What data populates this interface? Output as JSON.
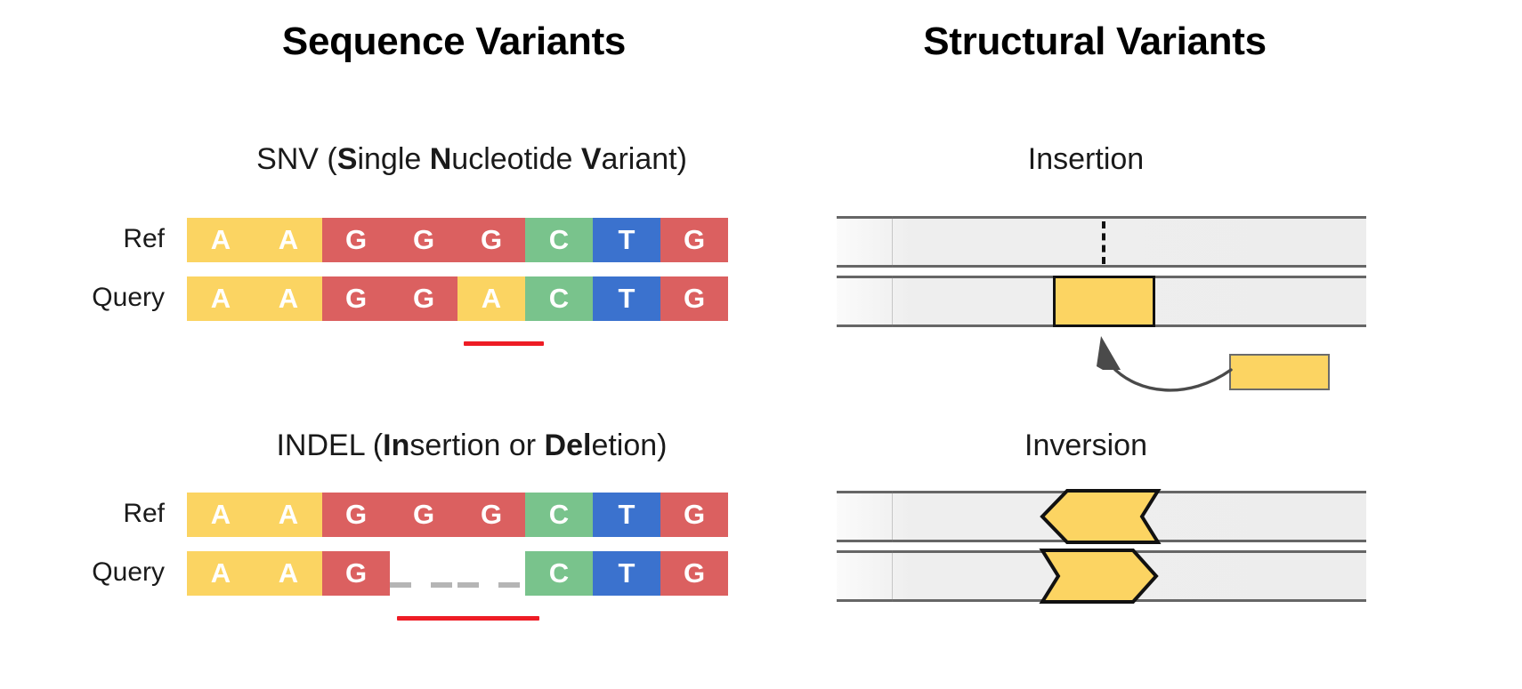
{
  "panels": {
    "left_title": "Sequence Variants",
    "right_title": "Structural Variants"
  },
  "subtitles": {
    "snv": {
      "plain_1": "SNV (",
      "bold_1": "S",
      "plain_2": "ingle ",
      "bold_2": "N",
      "plain_3": "ucleotide ",
      "bold_3": "V",
      "plain_4": "ariant)"
    },
    "indel": {
      "plain_1": "INDEL (",
      "bold_1": "In",
      "plain_2": "sertion or ",
      "bold_2": "Del",
      "plain_3": "etion)"
    },
    "insertion": "Insertion",
    "inversion": "Inversion"
  },
  "labels": {
    "ref": "Ref",
    "query": "Query"
  },
  "colors": {
    "A": "#FBD462",
    "G": "#DB6060",
    "C": "#79C38C",
    "T": "#3B72CE",
    "gap_dash": "#b5b5b5",
    "highlight_underline": "#EE1C25",
    "sv_fill": "#FCD462",
    "sv_outline": "#111111",
    "bar_edge": "#666666",
    "text": "#000000"
  },
  "chart_data": {
    "type": "diagram",
    "title": "Sequence Variants vs Structural Variants",
    "sequences": {
      "snv": {
        "ref": [
          "A",
          "A",
          "G",
          "G",
          "G",
          "C",
          "T",
          "G"
        ],
        "query": [
          "A",
          "A",
          "G",
          "G",
          "A",
          "C",
          "T",
          "G"
        ],
        "variant_index": 4,
        "variant_from": "G",
        "variant_to": "A"
      },
      "indel": {
        "ref": [
          "A",
          "A",
          "G",
          "G",
          "G",
          "C",
          "T",
          "G"
        ],
        "query": [
          "A",
          "A",
          "G",
          "-",
          "-",
          "C",
          "T",
          "G"
        ],
        "variant_indices": [
          3,
          4
        ],
        "variant_type": "deletion"
      }
    },
    "structural": {
      "insertion": {
        "ref_marker": "dashed-breakpoint",
        "query_feature": "inserted-segment",
        "donor": "free-segment"
      },
      "inversion": {
        "ref_feature_direction": "left",
        "query_feature_direction": "right"
      }
    }
  },
  "snv": {
    "ref_bases": [
      "A",
      "A",
      "G",
      "G",
      "G",
      "C",
      "T",
      "G"
    ],
    "query_bases": [
      "A",
      "A",
      "G",
      "G",
      "A",
      "C",
      "T",
      "G"
    ]
  },
  "indel": {
    "ref_bases": [
      "A",
      "A",
      "G",
      "G",
      "G",
      "C",
      "T",
      "G"
    ],
    "query_bases": [
      "A",
      "A",
      "G",
      "",
      "",
      "C",
      "T",
      "G"
    ]
  }
}
